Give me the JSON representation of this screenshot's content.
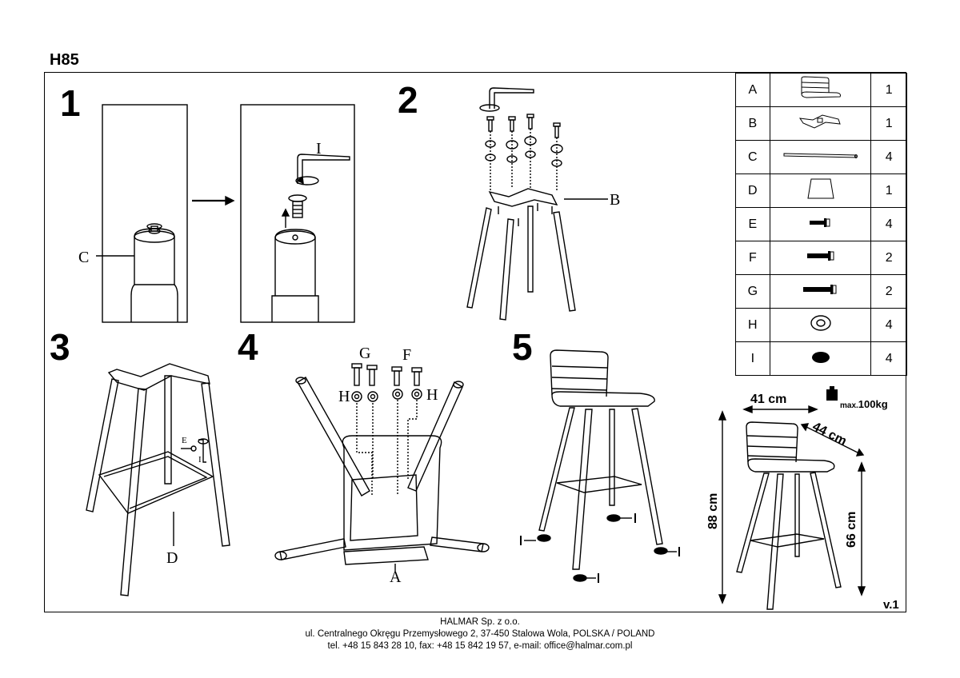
{
  "header": {
    "model": "H85"
  },
  "steps": [
    "1",
    "2",
    "3",
    "4",
    "5"
  ],
  "labels": {
    "c": "C",
    "i": "I",
    "b": "B",
    "d": "D",
    "a": "A",
    "g": "G",
    "f": "F",
    "h1": "H",
    "h2": "H",
    "e_small": "E",
    "i_small": "I"
  },
  "parts": [
    {
      "letter": "A",
      "qty": "1",
      "icon": "seat-icon"
    },
    {
      "letter": "B",
      "qty": "1",
      "icon": "base-cross-icon"
    },
    {
      "letter": "C",
      "qty": "4",
      "icon": "leg-rod-icon"
    },
    {
      "letter": "D",
      "qty": "1",
      "icon": "footrest-icon"
    },
    {
      "letter": "E",
      "qty": "4",
      "icon": "short-bolt-icon"
    },
    {
      "letter": "F",
      "qty": "2",
      "icon": "medium-bolt-icon"
    },
    {
      "letter": "G",
      "qty": "2",
      "icon": "long-bolt-icon"
    },
    {
      "letter": "H",
      "qty": "4",
      "icon": "washer-icon"
    },
    {
      "letter": "I",
      "qty": "4",
      "icon": "felt-pad-icon"
    }
  ],
  "dimensions": {
    "width": "41 cm",
    "depth": "44 cm",
    "height": "88 cm",
    "seat_height": "66 cm",
    "max_load_prefix": "max.",
    "max_load_value": "100kg"
  },
  "version": "v.1",
  "footer": {
    "company": "HALMAR Sp. z o.o.",
    "address": "ul. Centralnego Okręgu Przemysłowego 2, 37-450 Stalowa Wola, POLSKA / POLAND",
    "contact": "tel. +48 15 843 28 10, fax: +48 15 842 19 57, e-mail: office@halmar.com.pl"
  }
}
